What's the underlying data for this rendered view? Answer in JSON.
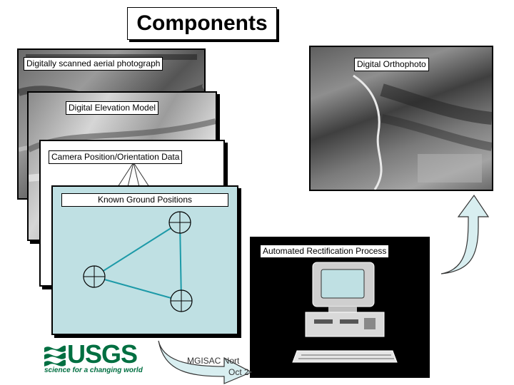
{
  "title": "Components",
  "labels": {
    "aerial": "Digitally scanned aerial photograph",
    "orthophoto": "Digital Orthophoto",
    "dem": "Digital Elevation Model",
    "camera": "Camera Position/Orientation Data",
    "ground": "Known Ground Positions",
    "rectification": "Automated Rectification Process"
  },
  "footer": {
    "line1": "MGISAC Nort",
    "line2": "Oct 2"
  },
  "logo": {
    "word": "USGS",
    "tagline": "science for a changing world"
  },
  "colors": {
    "usgs_green": "#006f41",
    "ground_panel": "#bfe0e3",
    "ground_lines": "#1d9aa8",
    "arrow_fill": "#d8eef0"
  }
}
